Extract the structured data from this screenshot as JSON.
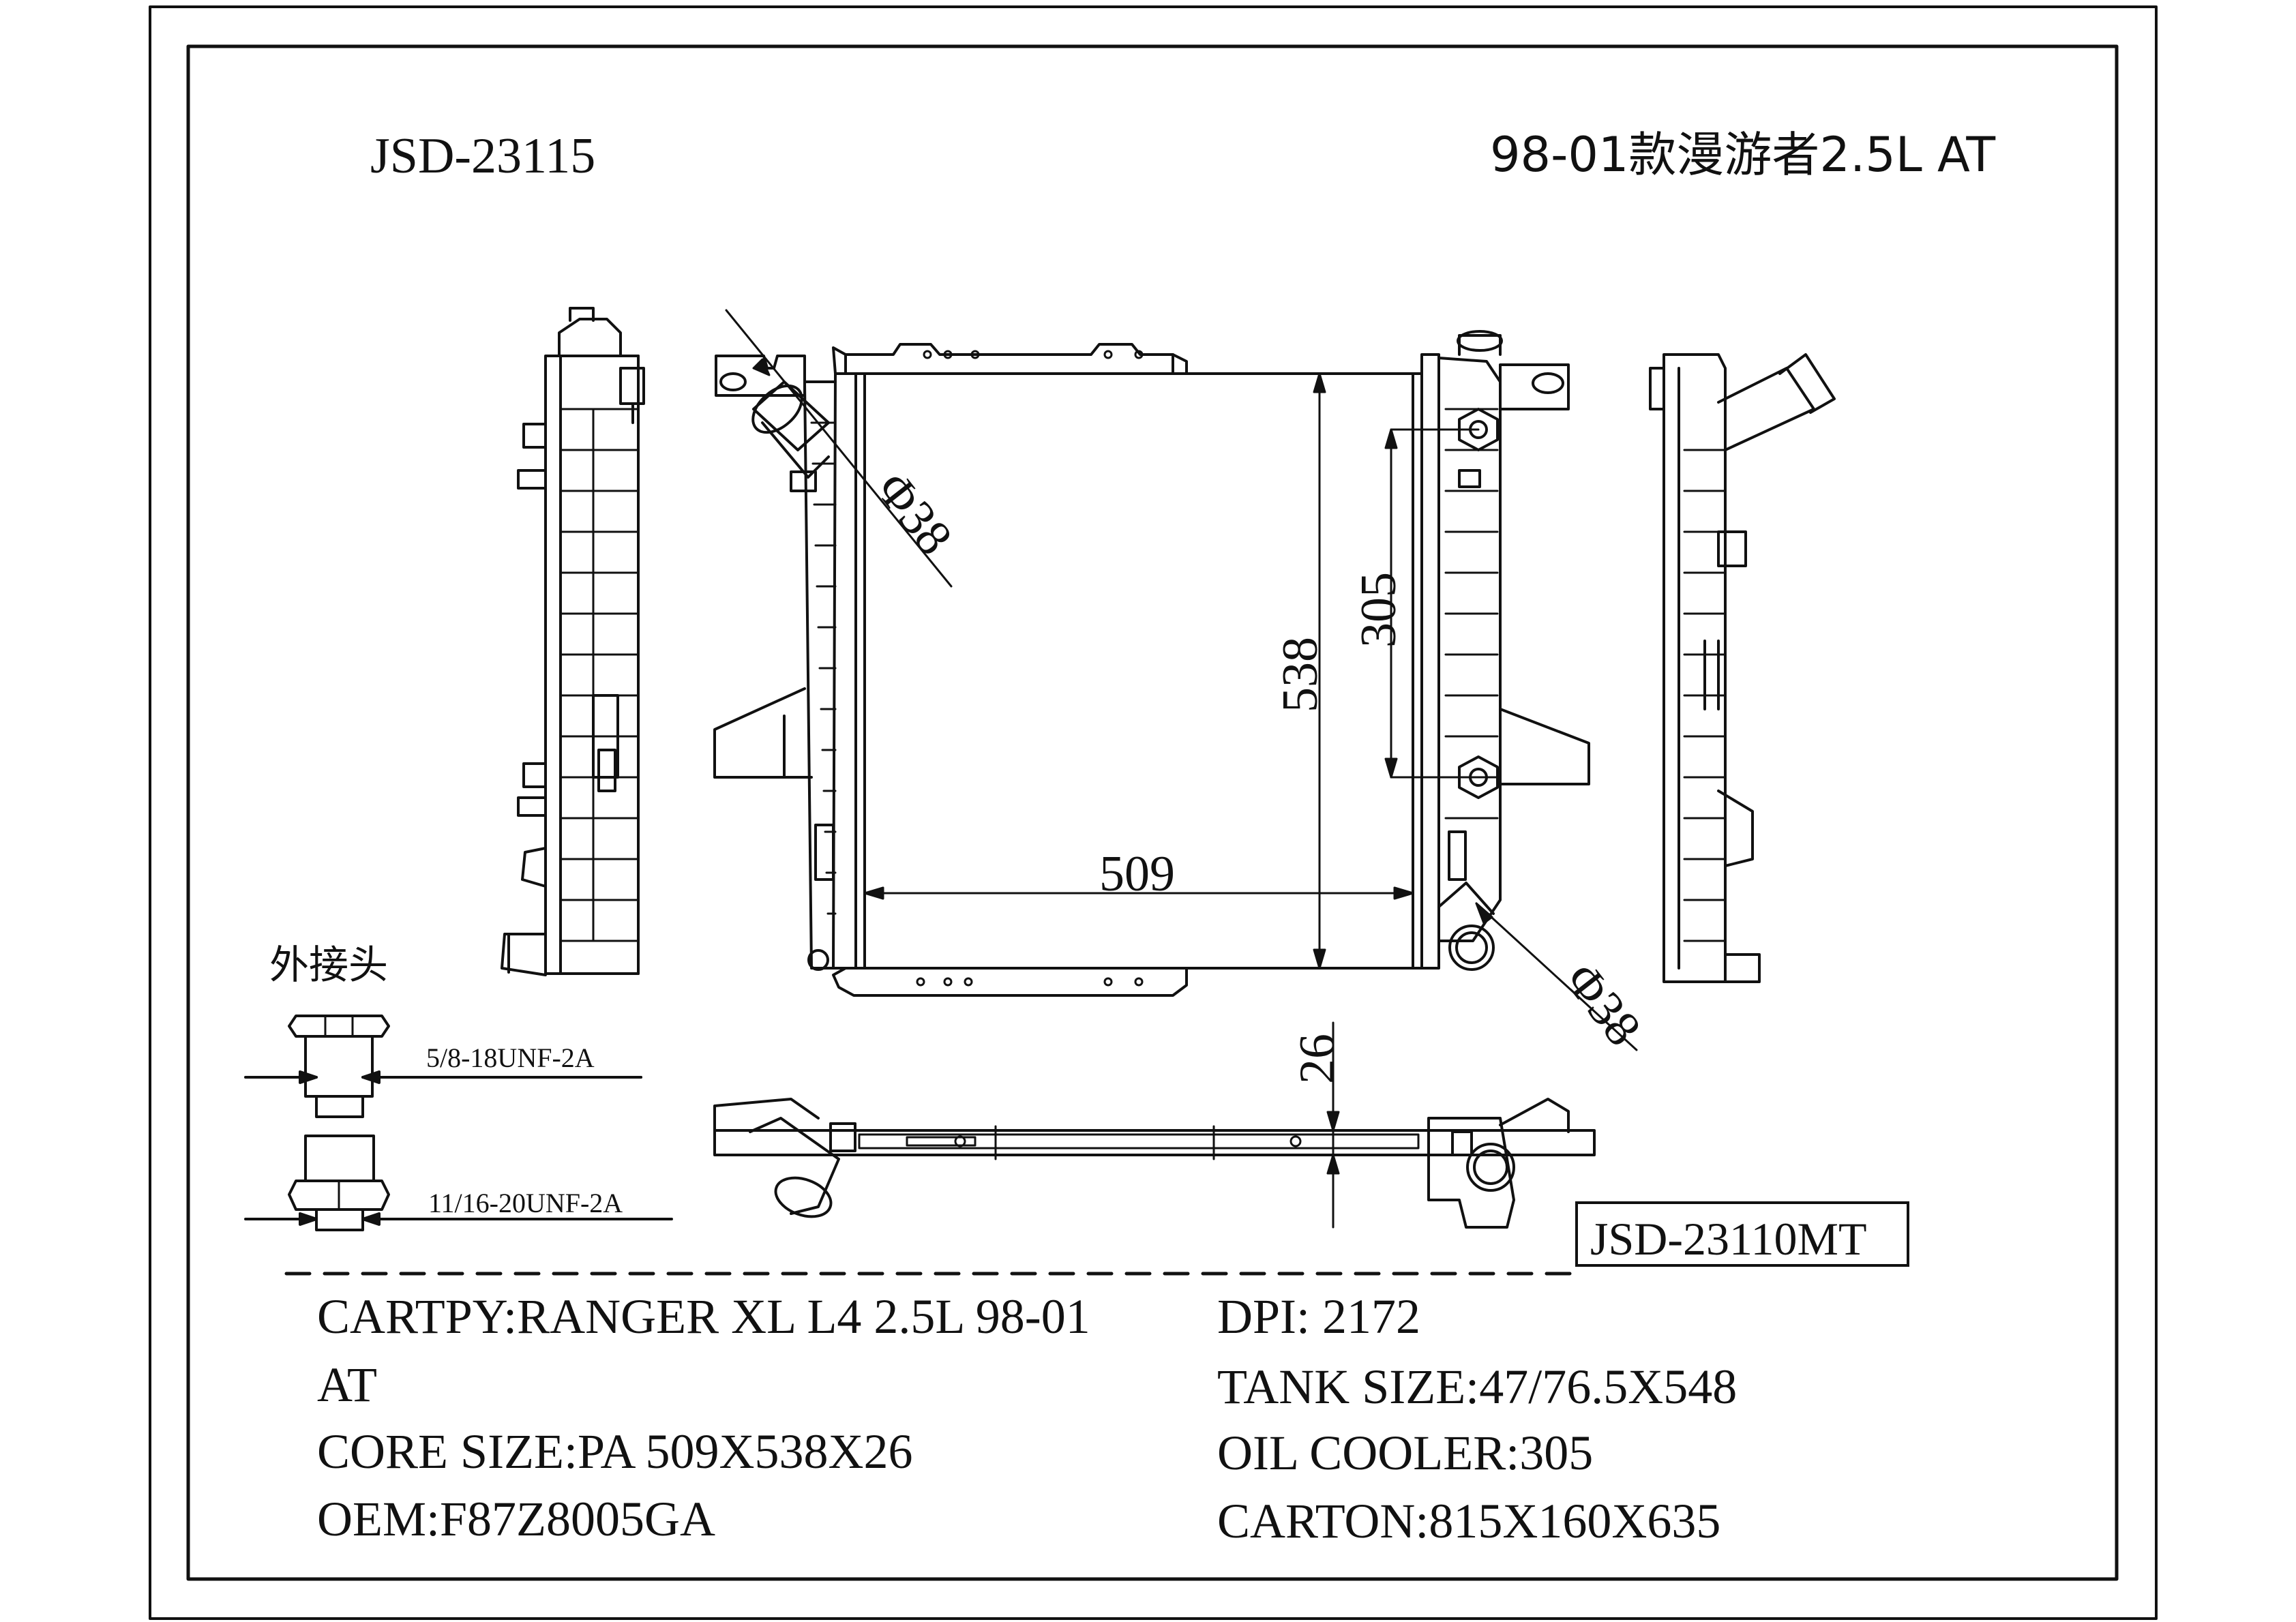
{
  "header": {
    "part_number": "JSD-23115",
    "model": "98-01款漫游者2.5L AT"
  },
  "dimensions": {
    "width": "509",
    "height": "538",
    "oil_cooler": "305",
    "thickness": "26",
    "inlet_diameter": "Φ38",
    "outlet_diameter": "Φ38"
  },
  "fittings": {
    "title": "外接头",
    "fitting_1": "5/8-18UNF-2A",
    "fitting_2": "11/16-20UNF-2A"
  },
  "alt_part": "JSD-23110MT",
  "specs": {
    "cartpy_line1": "CARTPY:RANGER XL L4 2.5L 98-01",
    "cartpy_line2": "AT",
    "core_size": "CORE SIZE:PA 509X538X26",
    "oem": "OEM:F87Z8005GA",
    "dpi": "DPI: 2172",
    "tank_size": "TANK SIZE:47/76.5X548",
    "oil_cooler": "OIL COOLER:305",
    "carton": "CARTON:815X160X635"
  },
  "colors": {
    "line": "#111111",
    "background": "#ffffff"
  }
}
